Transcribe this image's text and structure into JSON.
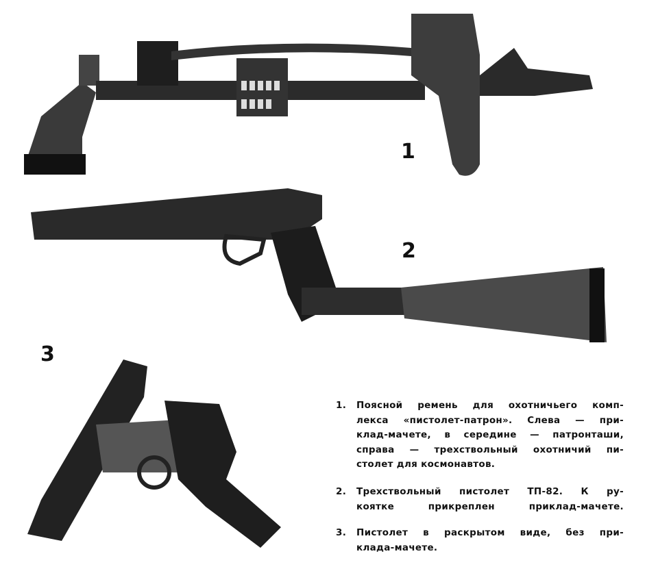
{
  "figures": [
    {
      "number": "1",
      "caption_number": "1.",
      "caption_lines": [
        "Поясной ремень для охотничьего комп-",
        "лекса «пистолет-патрон». Слева — при-",
        "клад-мачете, в середине — патронташи,",
        "справа — трехствольный охотничий пи-",
        "столет для космонавтов."
      ]
    },
    {
      "number": "2",
      "caption_number": "2.",
      "caption_lines": [
        "Трехствольный пистолет ТП-82. К ру-",
        "коятке прикреплен приклад-мачете."
      ]
    },
    {
      "number": "3",
      "caption_number": "3.",
      "caption_lines": [
        "Пистолет в раскрытом виде, без при-",
        "клада-мачете."
      ]
    }
  ]
}
